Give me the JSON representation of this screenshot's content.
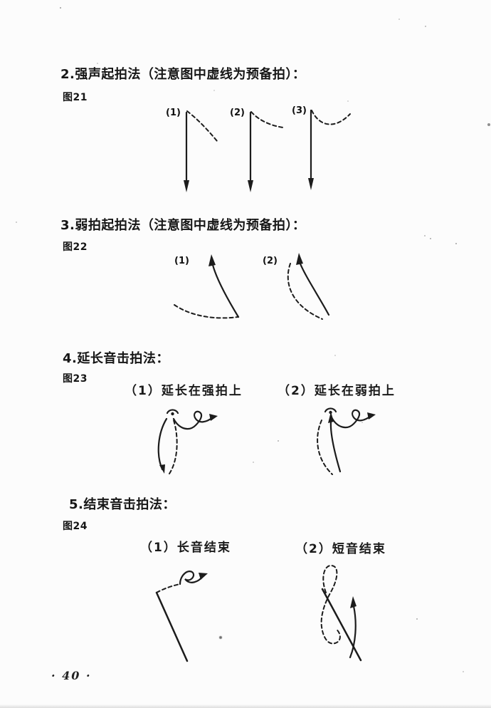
{
  "page": {
    "number": "· 40 ·"
  },
  "colors": {
    "ink": "#1c1c1c",
    "paper": "#fcfcfc"
  },
  "sections": [
    {
      "heading": "2.强声起拍法（注意图中虚线为预备拍）：",
      "figure_label": "图21",
      "diagrams": [
        {
          "label": "(1)"
        },
        {
          "label": "(2)"
        },
        {
          "label": "(3)"
        }
      ]
    },
    {
      "heading": "3.弱拍起拍法（注意图中虚线为预备拍）：",
      "figure_label": "图22",
      "diagrams": [
        {
          "label": "(1)"
        },
        {
          "label": "(2)"
        }
      ]
    },
    {
      "heading": "4.延长音击拍法：",
      "figure_label": "图23",
      "captions": [
        "（1）延长在强拍上",
        "（2）延长在弱拍上"
      ]
    },
    {
      "heading": "5.结束音击拍法：",
      "figure_label": "图24",
      "captions": [
        "（1）长音结束",
        "（2）短音结束"
      ]
    }
  ]
}
